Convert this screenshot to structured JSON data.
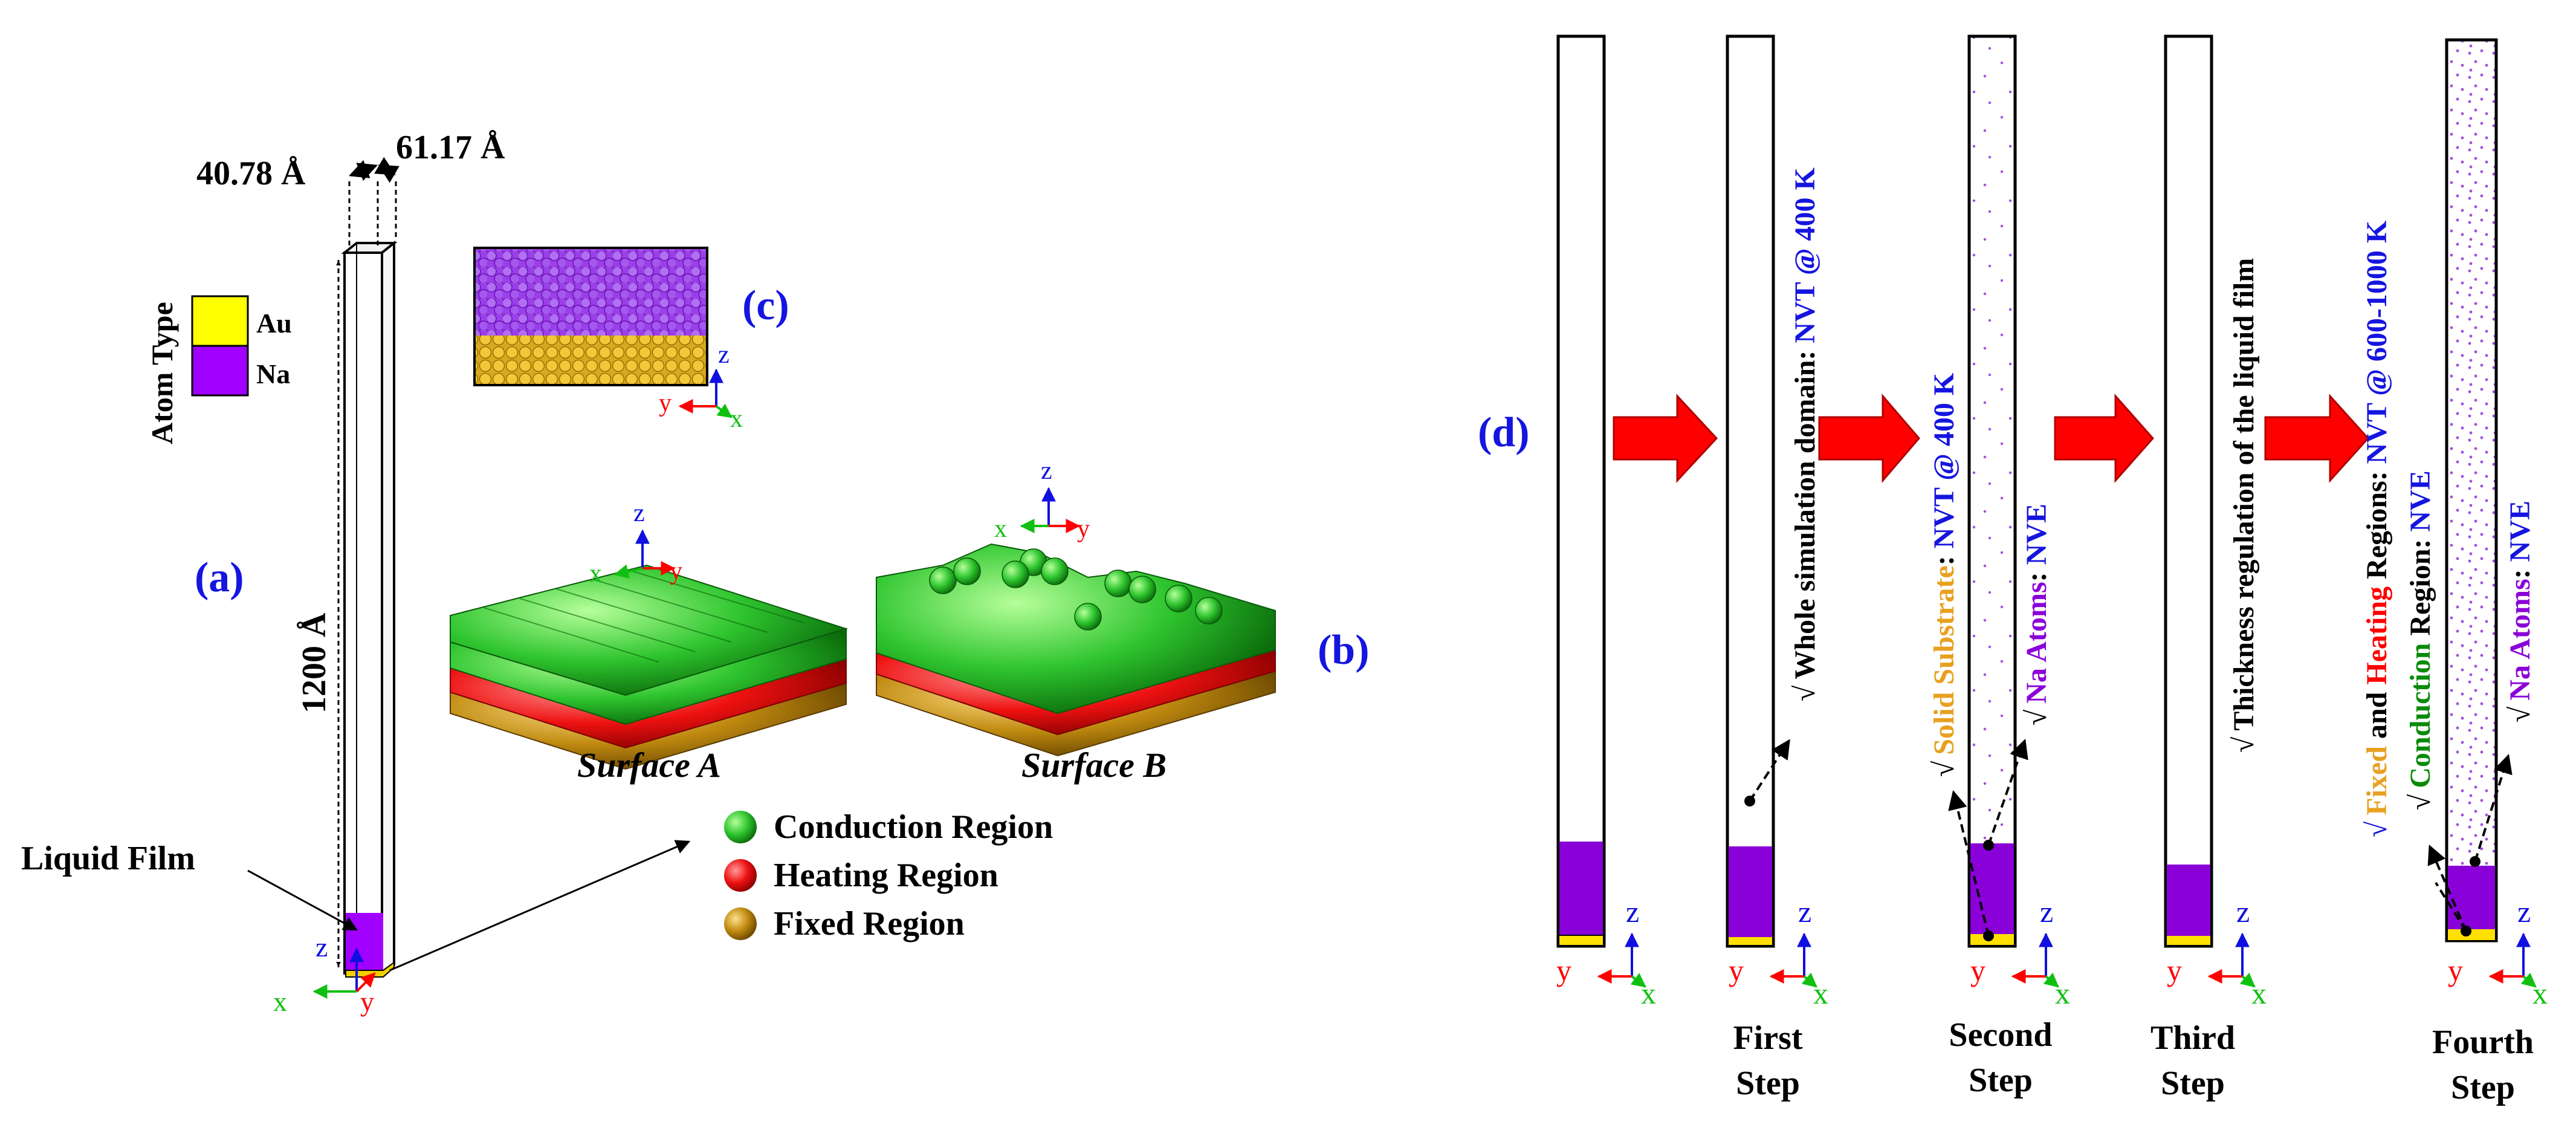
{
  "panel_a": {
    "label": "(a)",
    "dim_x": "40.78 Å",
    "dim_y": "61.17 Å",
    "dim_z": "1200 Å",
    "liquid_film_label": "Liquid Film",
    "legend_title": "Atom Type",
    "legend": [
      {
        "name": "Au",
        "color": "#ffff00"
      },
      {
        "name": "Na",
        "color": "#a000ff"
      }
    ],
    "axes": {
      "x": "x",
      "y": "y",
      "z": "z"
    }
  },
  "panel_b": {
    "label": "(b)",
    "surface_a": "Surface A",
    "surface_b": "Surface B",
    "legend": [
      {
        "name": "Conduction Region",
        "color": "#22c022"
      },
      {
        "name": "Heating Region",
        "color": "#ee1111"
      },
      {
        "name": "Fixed Region",
        "color": "#c08a10"
      }
    ],
    "axes_a": {
      "x": "x",
      "y": "y",
      "z": "z"
    },
    "axes_b": {
      "x": "x",
      "y": "y",
      "z": "z"
    }
  },
  "panel_c": {
    "label": "(c)",
    "axes": {
      "x": "x",
      "y": "y",
      "z": "z"
    }
  },
  "panel_d": {
    "label": "(d)",
    "steps": [
      {
        "title_line1": "First",
        "title_line2": "Step"
      },
      {
        "title_line1": "Second",
        "title_line2": "Step"
      },
      {
        "title_line1": "Third",
        "title_line2": "Step"
      },
      {
        "title_line1": "Fourth",
        "title_line2": "Step"
      }
    ],
    "first_step": {
      "check": "√",
      "text_black": "Whole simulation domain: ",
      "text_blue": "NVT @ 400 K"
    },
    "second_step": {
      "check1": "√",
      "text1_orange": "Solid Substrate",
      "text1_black": ": ",
      "text1_blue": "NVT @ 400 K",
      "check2": "√",
      "text2_purple": "Na Atoms",
      "text2_black": ": ",
      "text2_blue": "NVE"
    },
    "third_step": {
      "check": "√",
      "text_black": "Thickness regulation of the liquid film"
    },
    "fourth_step": {
      "check1": "√",
      "fixed": "Fixed",
      "and": " and ",
      "heating": "Heating",
      "regions": " Regions: ",
      "nvt": "NVT @ 600-1000 K",
      "check2": "√",
      "conduction": "Conduction",
      "region": " Region: ",
      "nve1": "NVE",
      "check3": "√",
      "na_atoms": "Na Atoms",
      "colon": ": ",
      "nve2": "NVE"
    },
    "axes": {
      "x": "x",
      "y": "y",
      "z": "z"
    }
  },
  "colors": {
    "label_blue": "#1515e0",
    "arrow_red": "#ff0000",
    "na_purple": "#8a00d8",
    "au_yellow": "#ffe000",
    "conduction_green": "#0a8a0a",
    "solid_orange": "#e8a020"
  }
}
